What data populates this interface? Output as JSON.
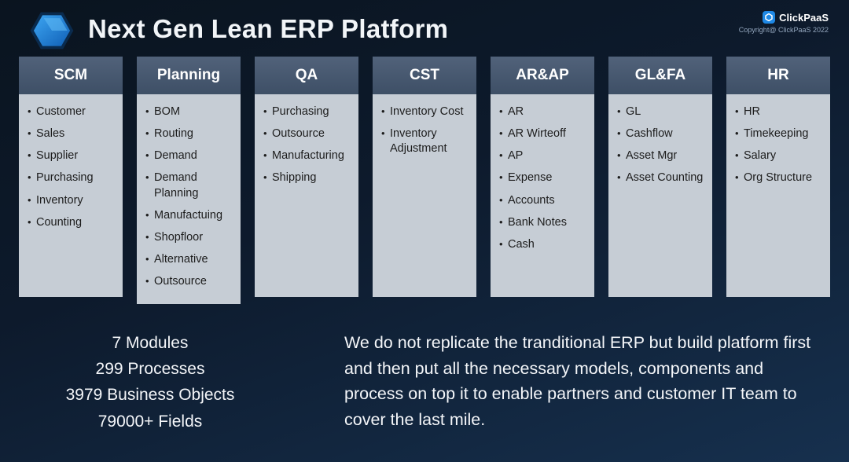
{
  "header": {
    "title": "Next Gen Lean ERP Platform",
    "brand": "ClickPaaS",
    "copyright": "Copyright@ ClickPaaS 2022"
  },
  "columns": [
    {
      "title": "SCM",
      "items": [
        "Customer",
        "Sales",
        "Supplier",
        "Purchasing",
        "Inventory",
        "Counting"
      ]
    },
    {
      "title": "Planning",
      "items": [
        "BOM",
        "Routing",
        "Demand",
        "Demand Planning",
        "Manufactuing",
        "Shopfloor",
        "Alternative",
        "Outsource"
      ]
    },
    {
      "title": "QA",
      "items": [
        "Purchasing",
        "Outsource",
        "Manufacturing",
        "Shipping"
      ]
    },
    {
      "title": "CST",
      "items": [
        "Inventory Cost",
        "Inventory Adjustment"
      ]
    },
    {
      "title": "AR&AP",
      "items": [
        "AR",
        "AR Wirteoff",
        "AP",
        "Expense",
        "Accounts",
        "Bank Notes",
        "Cash"
      ]
    },
    {
      "title": "GL&FA",
      "items": [
        "GL",
        "Cashflow",
        "Asset Mgr",
        "Asset Counting"
      ]
    },
    {
      "title": "HR",
      "items": [
        "HR",
        "Timekeeping",
        "Salary",
        "Org Structure"
      ]
    }
  ],
  "stats": [
    "7 Modules",
    "299 Processes",
    "3979 Business Objects",
    "79000+ Fields"
  ],
  "description": "We do not replicate the tranditional ERP but build platform first and then put all the necessary models, components and process on top it to enable partners and customer IT team to cover the last mile.",
  "colors": {
    "accent_blue": "#1e88e5",
    "column_header": "#46576e",
    "column_body": "#c6cdd5",
    "background_top": "#0a141f",
    "background_bottom": "#16304e"
  }
}
